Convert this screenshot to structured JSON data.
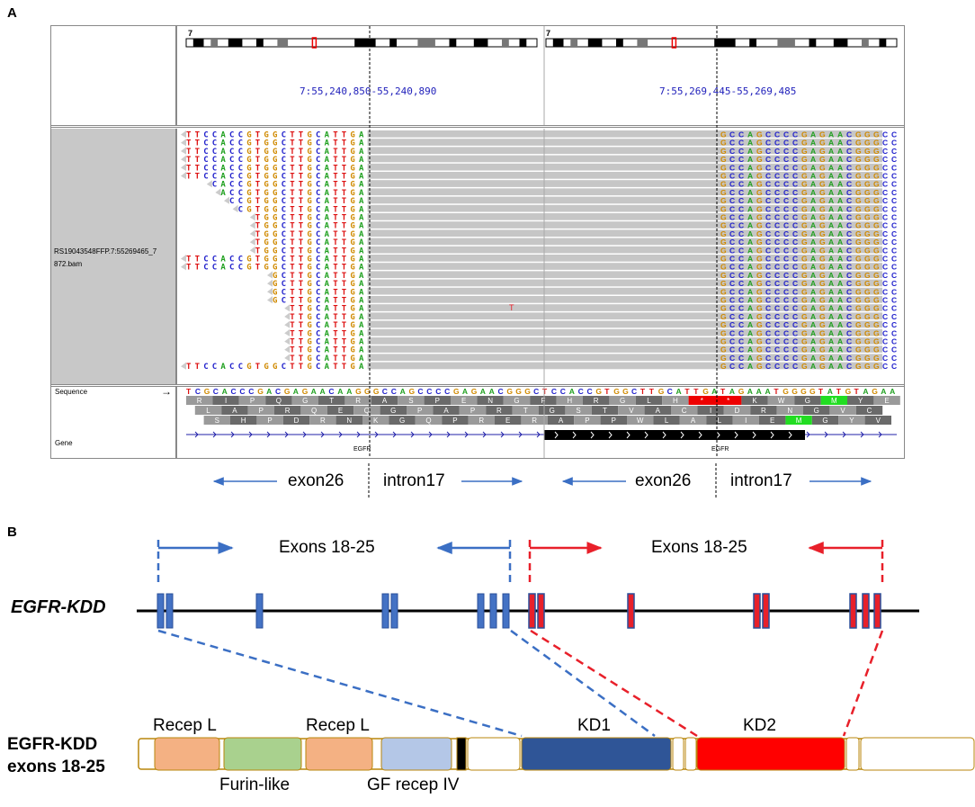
{
  "panels": {
    "a": "A",
    "b": "B"
  },
  "igv": {
    "chromosome_left": "7",
    "chromosome_right": "7",
    "locus_left": "7:55,240,850-55,240,890",
    "locus_right": "7:55,269,445-55,269,485",
    "bam_name_line1": "RS19043548FFP.7:55269465_7",
    "bam_name_line2": "872.bam",
    "sequence_label": "Sequence",
    "sequence_arrow": "→",
    "gene_label": "Gene",
    "gene_name_left": "EGFR",
    "gene_name_right": "EGFR",
    "mismatch_base": "T",
    "reference_sequence": "TCGCACCCGACGAGAACAAGGGCCAGCCCCGAGAACGGGCTCCACCGTGGCTTGCATTGATAGAAATGGGGTATGTAGAA",
    "aa_frame1": "R I P Q G T R A S P E N G F H R G L H * * K W G M Y E",
    "aa_frame2": "L A P R Q E Q G P A P R T G S T V A C I D R N G V C M",
    "aa_frame3": "S H P D R N K G Q P R E R A P P W L A L I E M G Y V *",
    "read_left_full": "TTCCACCGTGGCTTGCATTGA",
    "read_right": "GCCAGCCCCGAGAACGGGCC"
  },
  "annotations_a": {
    "exon26_left": "exon26",
    "intron17_left": "intron17",
    "exon26_right": "exon26",
    "intron17_right": "intron17"
  },
  "diagram_b": {
    "exons_label_left": "Exons 18-25",
    "exons_label_right": "Exons 18-25",
    "gene_label": "EGFR-KDD",
    "protein_label_line1": "EGFR-KDD",
    "protein_label_line2": "exons 18-25",
    "domains": {
      "recep_l_1": "Recep L",
      "furin_like": "Furin-like",
      "recep_l_2": "Recep L",
      "gf_recep_iv": "GF recep IV",
      "kd1": "KD1",
      "kd2": "KD2"
    },
    "colors": {
      "blue": "#3b6fc4",
      "red": "#e8202a",
      "exon_blue": "#4472c4",
      "exon_red": "#e8202a",
      "recep_l": "#f4b183",
      "furin": "#a9d18e",
      "gf_recep": "#b4c7e7",
      "kd1": "#2f5597",
      "kd2": "#ff0000",
      "outline": "#b8860b"
    }
  }
}
